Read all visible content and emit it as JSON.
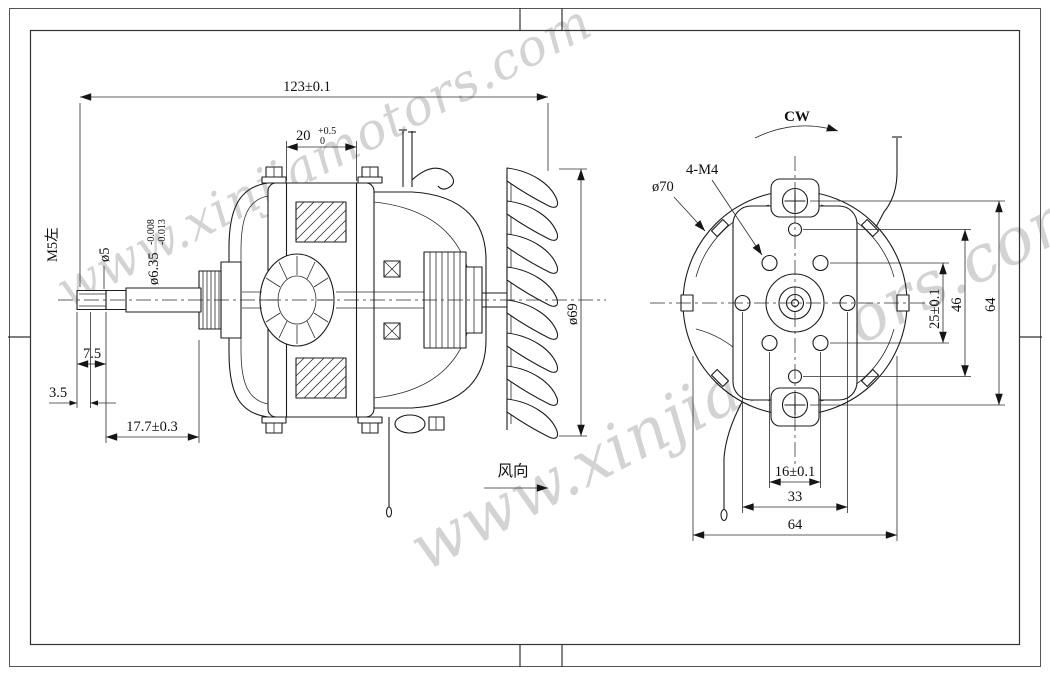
{
  "watermark": {
    "text": "www.xinjiamotors.com"
  },
  "side_view": {
    "dim_overall": "123±0.1",
    "dim_stack": "20",
    "dim_stack_tol_upper": "+0.5",
    "dim_stack_tol_lower": "0",
    "label_thread": "M5左",
    "label_shaft_dia_small": "ø5",
    "label_shaft_dia_main": "ø6.35",
    "label_shaft_dia_tol_upper": "-0.008",
    "label_shaft_dia_tol_lower": "-0.013",
    "dim_thread_length": "7.5",
    "dim_tip_length": "3.5",
    "dim_shaft_extension": "17.7±0.3",
    "dim_fan_diameter": "ø69",
    "label_airflow": "风向"
  },
  "front_view": {
    "label_rotation": "CW",
    "label_mount_holes": "4-M4",
    "label_body_diameter": "ø70",
    "dim_holes_vertical": "25±0.1",
    "dim_mid_vertical": "46",
    "dim_overall_vertical": "64",
    "dim_holes_horizontal": "16±0.1",
    "dim_mid_horizontal": "33",
    "dim_overall_horizontal": "64"
  },
  "colors": {
    "line": "#1c1c1c",
    "watermark": "#c9c9c9",
    "background": "#ffffff"
  }
}
